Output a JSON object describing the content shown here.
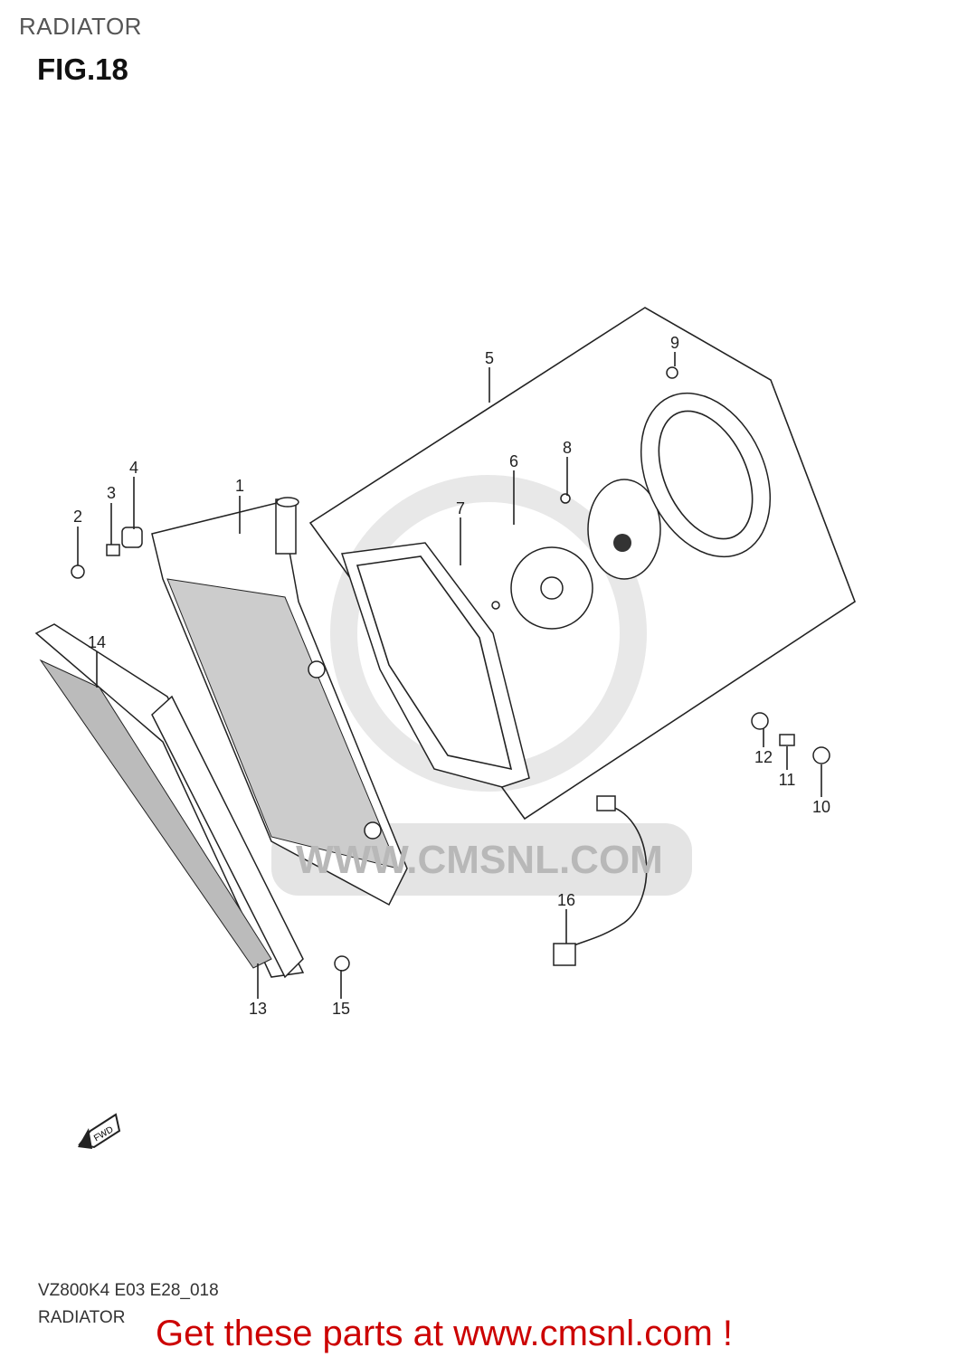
{
  "header": {
    "section": "RADIATOR",
    "figure": "FIG.18"
  },
  "diagram": {
    "watermark": "WWW.CMSNL.COM",
    "fwd_label": "FWD",
    "callouts": [
      "1",
      "2",
      "3",
      "4",
      "5",
      "6",
      "7",
      "8",
      "9",
      "10",
      "11",
      "12",
      "13",
      "14",
      "15",
      "16"
    ]
  },
  "footer": {
    "code": "VZ800K4 E03 E28_018",
    "title": "RADIATOR",
    "promo": "Get these parts at www.cmsnl.com !"
  },
  "colors": {
    "promo": "#cc0000"
  }
}
